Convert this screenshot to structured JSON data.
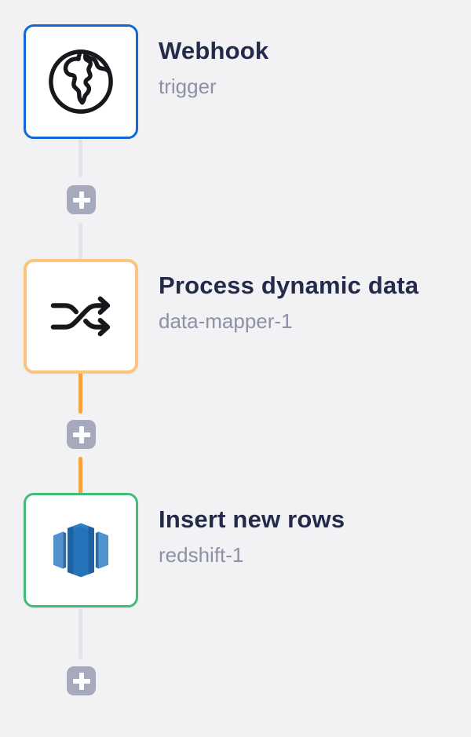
{
  "canvas": {
    "background_color": "#f2f2f4",
    "connector_color": "#e3e3e8",
    "connector_active_color": "#f9a13c",
    "add_step_button_color": "#a7a9bc",
    "add_step_icon": "plus-icon"
  },
  "workflow": {
    "nodes": [
      {
        "title": "Webhook",
        "subtitle": "trigger",
        "icon": "globe-icon",
        "border_color": "#1567d8"
      },
      {
        "title": "Process dynamic data",
        "subtitle": "data-mapper-1",
        "icon": "shuffle-icon",
        "border_color": "#fbc57d"
      },
      {
        "title": "Insert new rows",
        "subtitle": "redshift-1",
        "icon": "redshift-icon",
        "border_color": "#42bd78"
      }
    ]
  }
}
